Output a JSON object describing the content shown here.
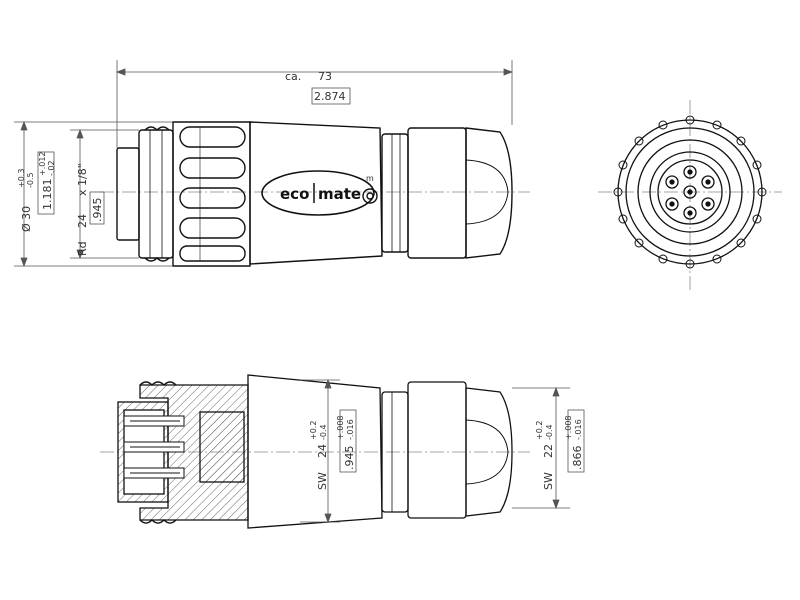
{
  "overall_length": {
    "prefix": "ca.",
    "value": "73",
    "inch": "2.874"
  },
  "diameter_dim": {
    "label": "Ø 30",
    "tol_upper": "+0.3",
    "tol_lower": "-0.5",
    "inch": "1.181",
    "inch_tol_upper": "+.012",
    "inch_tol_lower": "-.02"
  },
  "thread_dim": {
    "prefix": "Rd",
    "value": "24",
    "pitch": "x 1/8\"",
    "inch": ".945"
  },
  "sw24_dim": {
    "prefix": "SW",
    "value": "24",
    "tol_upper": "+0.2",
    "tol_lower": "-0.4",
    "inch": ".945",
    "inch_tol_upper": "+.008",
    "inch_tol_lower": "-.016"
  },
  "sw22_dim": {
    "prefix": "SW",
    "value": "22",
    "tol_upper": "+0.2",
    "tol_lower": "-0.4",
    "inch": ".866",
    "inch_tol_upper": "+.008",
    "inch_tol_lower": "-.016"
  },
  "brand": {
    "left": "eco",
    "right": "mate",
    "mark": "m"
  },
  "colors": {
    "line": "#111111",
    "dim": "#555555",
    "center": "#888888",
    "hatch": "#666666"
  }
}
